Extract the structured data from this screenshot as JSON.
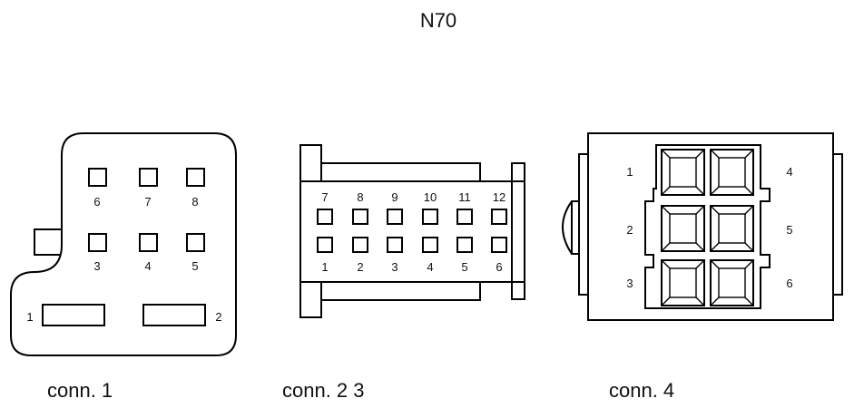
{
  "title": "N70",
  "connectors": {
    "conn1": {
      "caption": "conn. 1",
      "top_pins": [
        "6",
        "7",
        "8"
      ],
      "mid_pins": [
        "3",
        "4",
        "5"
      ],
      "slot_left": "1",
      "slot_right": "2"
    },
    "conn23": {
      "caption": "conn. 2 3",
      "top_pins": [
        "7",
        "8",
        "9",
        "10",
        "11",
        "12"
      ],
      "bottom_pins": [
        "1",
        "2",
        "3",
        "4",
        "5",
        "6"
      ]
    },
    "conn4": {
      "caption": "conn. 4",
      "left_pins": [
        "1",
        "2",
        "3"
      ],
      "right_pins": [
        "4",
        "5",
        "6"
      ]
    }
  }
}
